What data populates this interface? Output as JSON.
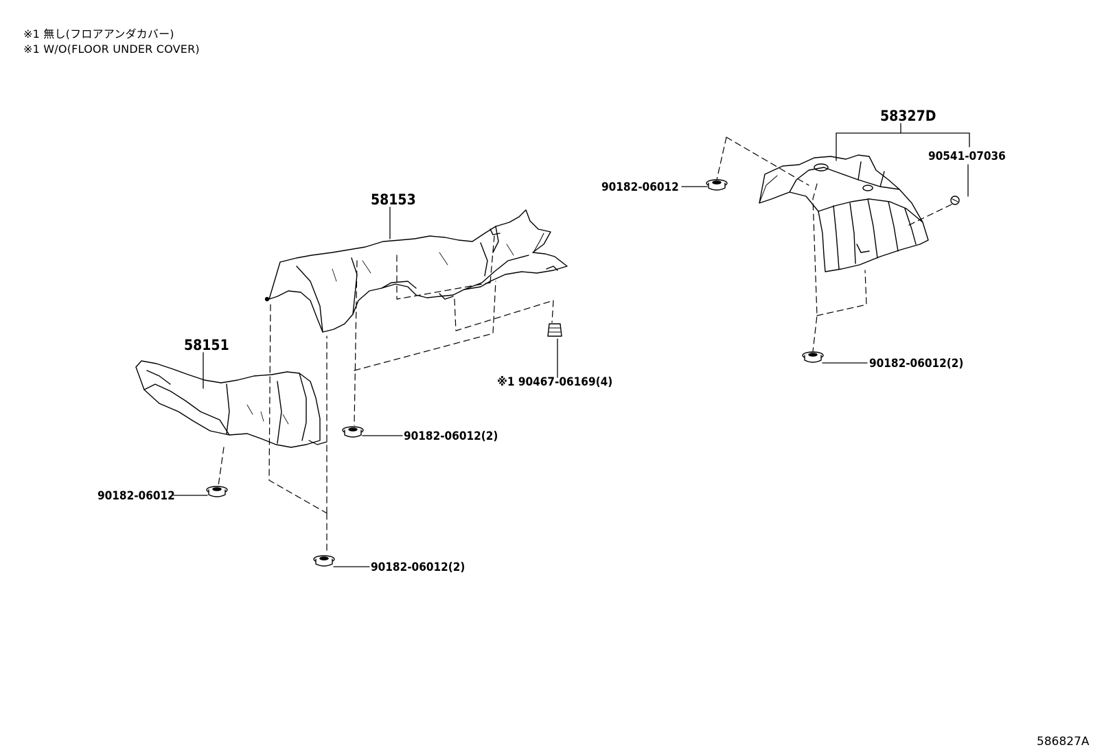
{
  "notes": {
    "line1": "※1 無し(フロアアンダカバー)",
    "line2": "※1 W/O(FLOOR UNDER COVER)"
  },
  "parts": {
    "p58327D": "58327D",
    "p90541": "90541-07036",
    "p90182_right_top": "90182-06012",
    "p90182_right_bottom": "90182-06012(2)",
    "p58153": "58153",
    "p58151": "58151",
    "p90467": "※1 90467-06169(4)",
    "p90182_mid": "90182-06012(2)",
    "p90182_left": "90182-06012",
    "p90182_bottom": "90182-06012(2)"
  },
  "illustration_id": "586827A"
}
